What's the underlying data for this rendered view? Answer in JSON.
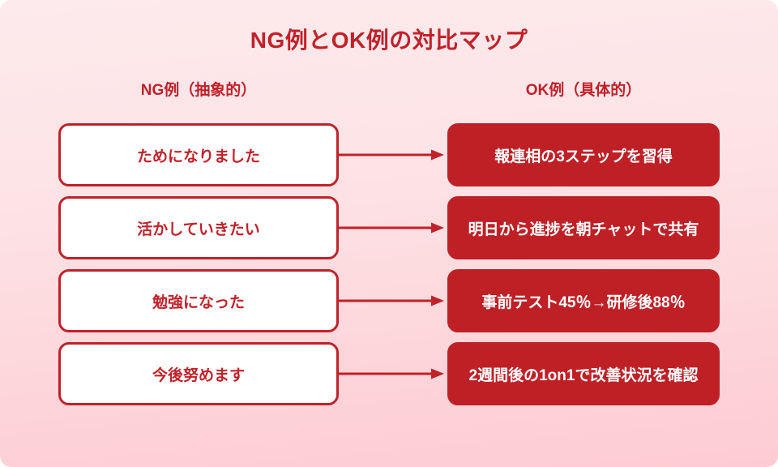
{
  "slide": {
    "title": "NG例とOK例の対比マップ",
    "accent_color": "#c1212a",
    "card_fill_color": "#bf2026",
    "background_top_color": "#fdeaec",
    "background_bottom_color": "#fdccd2"
  },
  "columns": {
    "left_header": "NG例（抽象的）",
    "right_header": "OK例（具体的）"
  },
  "rows": [
    {
      "ng": "ためになりました",
      "ok": "報連相の3ステップを習得",
      "connector": "arrow-right-icon"
    },
    {
      "ng": "活かしていきたい",
      "ok": "明日から進捗を朝チャットで共有",
      "connector": "arrow-right-icon"
    },
    {
      "ng": "勉強になった",
      "ok": "事前テスト45％→研修後88％",
      "connector": "arrow-right-icon"
    },
    {
      "ng": "今後努めます",
      "ok": "2週間後の1on1で改善状況を確認",
      "connector": "arrow-right-icon"
    }
  ]
}
